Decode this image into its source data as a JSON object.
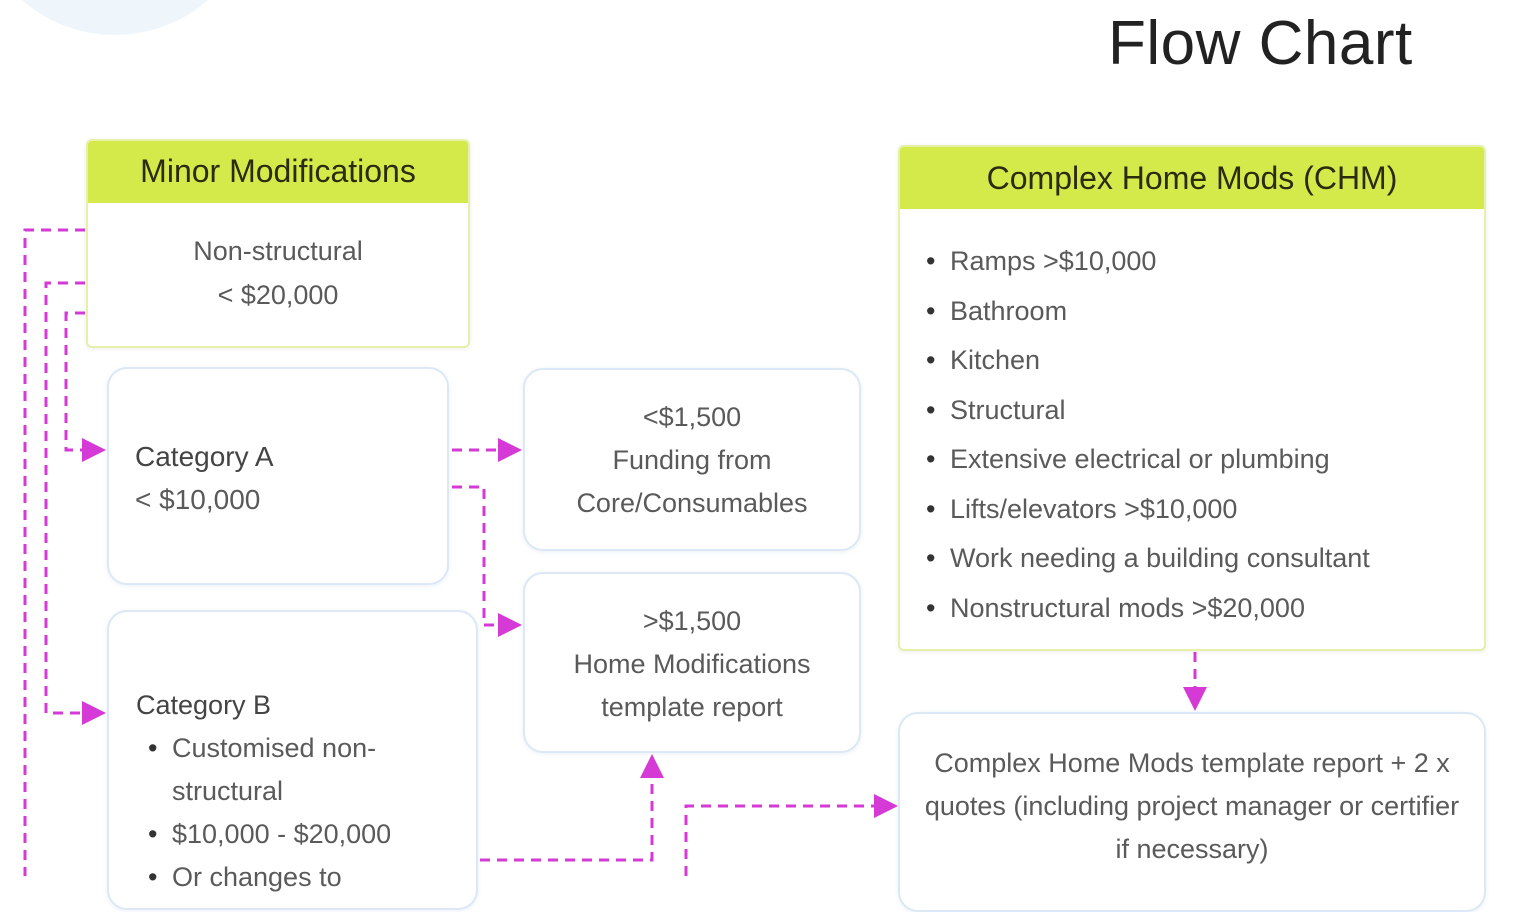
{
  "title": "Flow Chart",
  "minor": {
    "header": "Minor Modifications",
    "lines": [
      "Non-structural",
      "< $20,000"
    ]
  },
  "category_a": {
    "title": "Category A",
    "value": "< $10,000"
  },
  "category_b": {
    "title": "Category B",
    "bullets": [
      "Customised non-structural",
      "$10,000 - $20,000",
      "Or changes to"
    ]
  },
  "under_1500": {
    "lines": [
      "<$1,500",
      "Funding from",
      "Core/Consumables"
    ]
  },
  "over_1500": {
    "lines": [
      ">$1,500",
      "Home Modifications",
      "template report"
    ]
  },
  "chm": {
    "header": "Complex Home Mods (CHM)",
    "bullets": [
      "Ramps >$10,000",
      "Bathroom",
      "Kitchen",
      "Structural",
      "Extensive electrical or plumbing",
      "Lifts/elevators >$10,000",
      "Work needing a building consultant",
      "Nonstructural mods >$20,000"
    ]
  },
  "chm_template": {
    "text": "Complex Home Mods template report + 2 x quotes (including project manager or certifier if necessary)"
  },
  "colors": {
    "header": "#d4e94a",
    "connector": "#d63ad6",
    "box_border": "#dce8f6"
  }
}
